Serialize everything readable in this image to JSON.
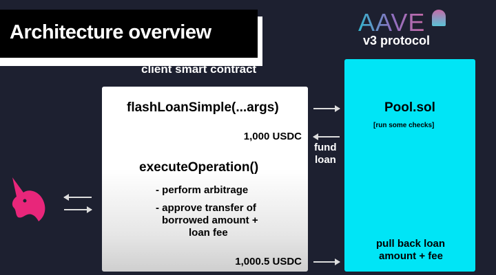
{
  "title": "Architecture overview",
  "aave": {
    "logo_text": "AAVE",
    "subtitle": "v3 protocol"
  },
  "client": {
    "label": "client smart contract",
    "flash_call": "flashLoanSimple(...args)",
    "received_amount": "1,000 USDC",
    "execute": "executeOperation()",
    "step1": "- perform arbitrage",
    "step2_line1": "- approve transfer of",
    "step2_line2": "borrowed amount +",
    "step2_line3": "loan fee",
    "repay_amount": "1,000.5 USDC"
  },
  "pool": {
    "name": "Pool.sol",
    "checks": "[run some checks]",
    "pull_line1": "pull back loan",
    "pull_line2": "amount + fee"
  },
  "fund_loan": {
    "line1": "fund",
    "line2": "loan"
  },
  "colors": {
    "background": "#1d2030",
    "pool": "#00e5f6",
    "uniswap": "#e8267a"
  }
}
